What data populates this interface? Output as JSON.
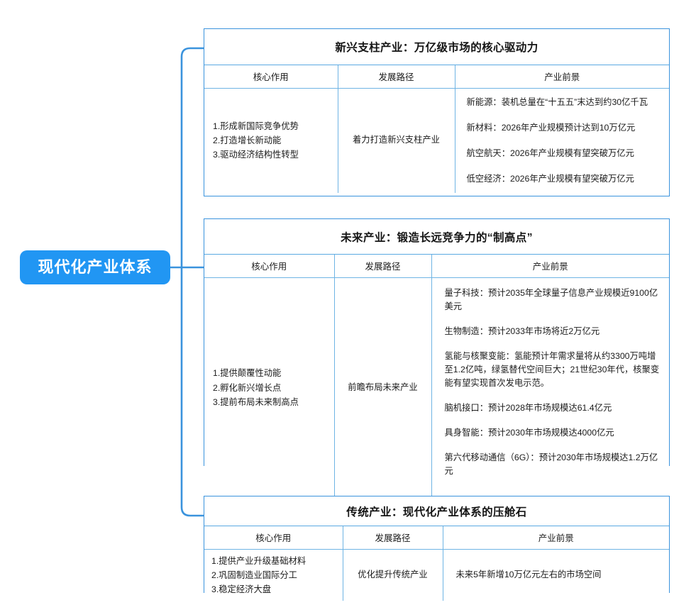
{
  "root": {
    "label": "现代化产业体系",
    "accent_color": "#2196f3",
    "text_color": "#ffffff"
  },
  "theme": {
    "connector_color": "#3a93dd",
    "table_border_color": "#3a93dd",
    "inner_divider_color": "#6fb4e4",
    "background": "#ffffff"
  },
  "columns": {
    "core": "核心作用",
    "path": "发展路径",
    "prospect": "产业前景"
  },
  "branches": [
    {
      "id": "emerging",
      "title": "新兴支柱产业：万亿级市场的核心驱动力",
      "headers": [
        "核心作用",
        "发展路径",
        "产业前景"
      ],
      "core": "1.形成新国际竞争优势\n2.打造增长新动能\n3.驱动经济结构性转型",
      "path": "着力打造新兴支柱产业",
      "prospects": [
        "新能源：装机总量在“十五五”末达到约30亿千瓦",
        "新材料：2026年产业规模预计达到10万亿元",
        "航空航天：2026年产业规模有望突破万亿元",
        "低空经济：2026年产业规模有望突破万亿元"
      ]
    },
    {
      "id": "future",
      "title": "未来产业：锻造长远竞争力的“制高点”",
      "headers": [
        "核心作用",
        "发展路径",
        "产业前景"
      ],
      "core": "1.提供颠覆性动能\n2.孵化新兴增长点\n3.提前布局未来制高点",
      "path": "前瞻布局未来产业",
      "prospects": [
        "量子科技：预计2035年全球量子信息产业规模近9100亿美元",
        "生物制造：预计2033年市场将近2万亿元",
        "氢能与核聚变能：氢能预计年需求量将从约3300万吨增至1.2亿吨，绿氢替代空间巨大；21世纪30年代，核聚变能有望实现首次发电示范。",
        "脑机接口：预计2028年市场规模达61.4亿元",
        "具身智能：预计2030年市场规模达4000亿元",
        "第六代移动通信（6G）：预计2030年市场规模达1.2万亿元"
      ]
    },
    {
      "id": "traditional",
      "title": "传统产业：现代化产业体系的压舱石",
      "headers": [
        "核心作用",
        "发展路径",
        "产业前景"
      ],
      "core": "1.提供产业升级基础材料\n2.巩固制造业国际分工\n3.稳定经济大盘",
      "path": "优化提升传统产业",
      "prospects": [
        "未来5年新增10万亿元左右的市场空间"
      ]
    }
  ]
}
